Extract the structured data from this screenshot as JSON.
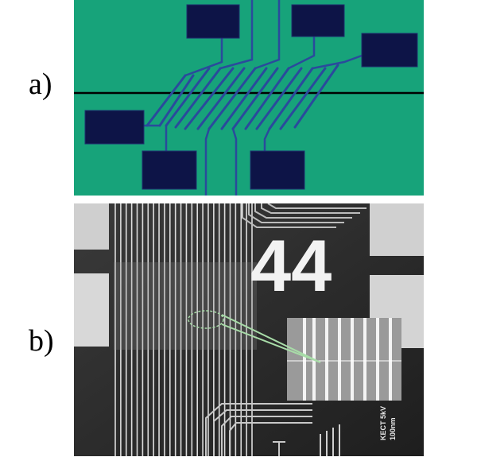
{
  "figure": {
    "panel_a": {
      "label": "a)"
    },
    "panel_b": {
      "label": "b)",
      "marking": "44"
    }
  },
  "colors": {
    "board_green": "#17a37a",
    "pad_navy": "#0d1447",
    "trace_blue": "#2a4a9c",
    "sem_dark": "#2a2a2a",
    "sem_light": "#e6e6e6",
    "highlight_green": "#a8dca8"
  }
}
